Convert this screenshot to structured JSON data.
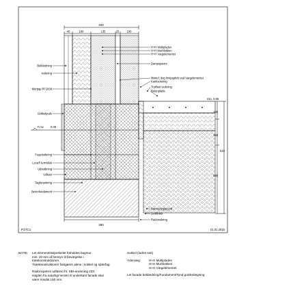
{
  "drawing": {
    "title_code": "P1TC1",
    "date": "01.01.2015"
  },
  "dimensions": {
    "top_total": "400",
    "top_segments": [
      "40",
      "100",
      "135",
      "25",
      "100"
    ],
    "bottom_total": "390",
    "right_level": "min. 0.05",
    "right_top": "100",
    "right_mid": "150",
    "right_lower": "240",
    "right_total": "510",
    "floor_level": "0.00",
    "floor_label": "F.niv."
  },
  "labels_left": [
    "Beklædning",
    "Isolering",
    "Murpap PF2000",
    "Sokkelpuds",
    "Fugeisolering",
    "Leca® termblok",
    "Udstøbning",
    "Udkast",
    "Tagforankring",
    "Betonfundament"
  ],
  "labels_right": [
    "H+H Multipladen",
    "H+H Murblokken",
    "H+H Vægelementet",
    "Dampspærre",
    "Mørtel, dog lim/papfuls ved Vægelementet",
    "Kantisolering",
    "Trykfast isolering",
    "Betonplade",
    "Bæreedygtig jord",
    "Letklinker",
    "Radonsikring"
  ],
  "notes": {
    "title": "NOTE:",
    "left_lines": [
      "Let element/stolpeskelet fraholdes bagmur",
      "min. 20 mm af hensyn til bevægelse i",
      "træskonstruktionen.",
      "Træskonstruktioner fastgøres alene i sokkel og spærfag."
    ],
    "left_lines2": [
      "Radonspærre udføres iht. SBI-anvisning 233.",
      "Højden fra naturligt terræn til underkant facade skal",
      "være mindst 150 mm."
    ],
    "right_lines": [
      "Sokkel (lodret snit)"
    ],
    "yderveeg_label": "Ydervæg:",
    "yderveeg_items": [
      "H+H Multipladen",
      "H+H Murblokken",
      "H+H Vægelementet"
    ],
    "facade_line": "Let facade beklædning/Fundament/Tynd gulvbelægning"
  }
}
